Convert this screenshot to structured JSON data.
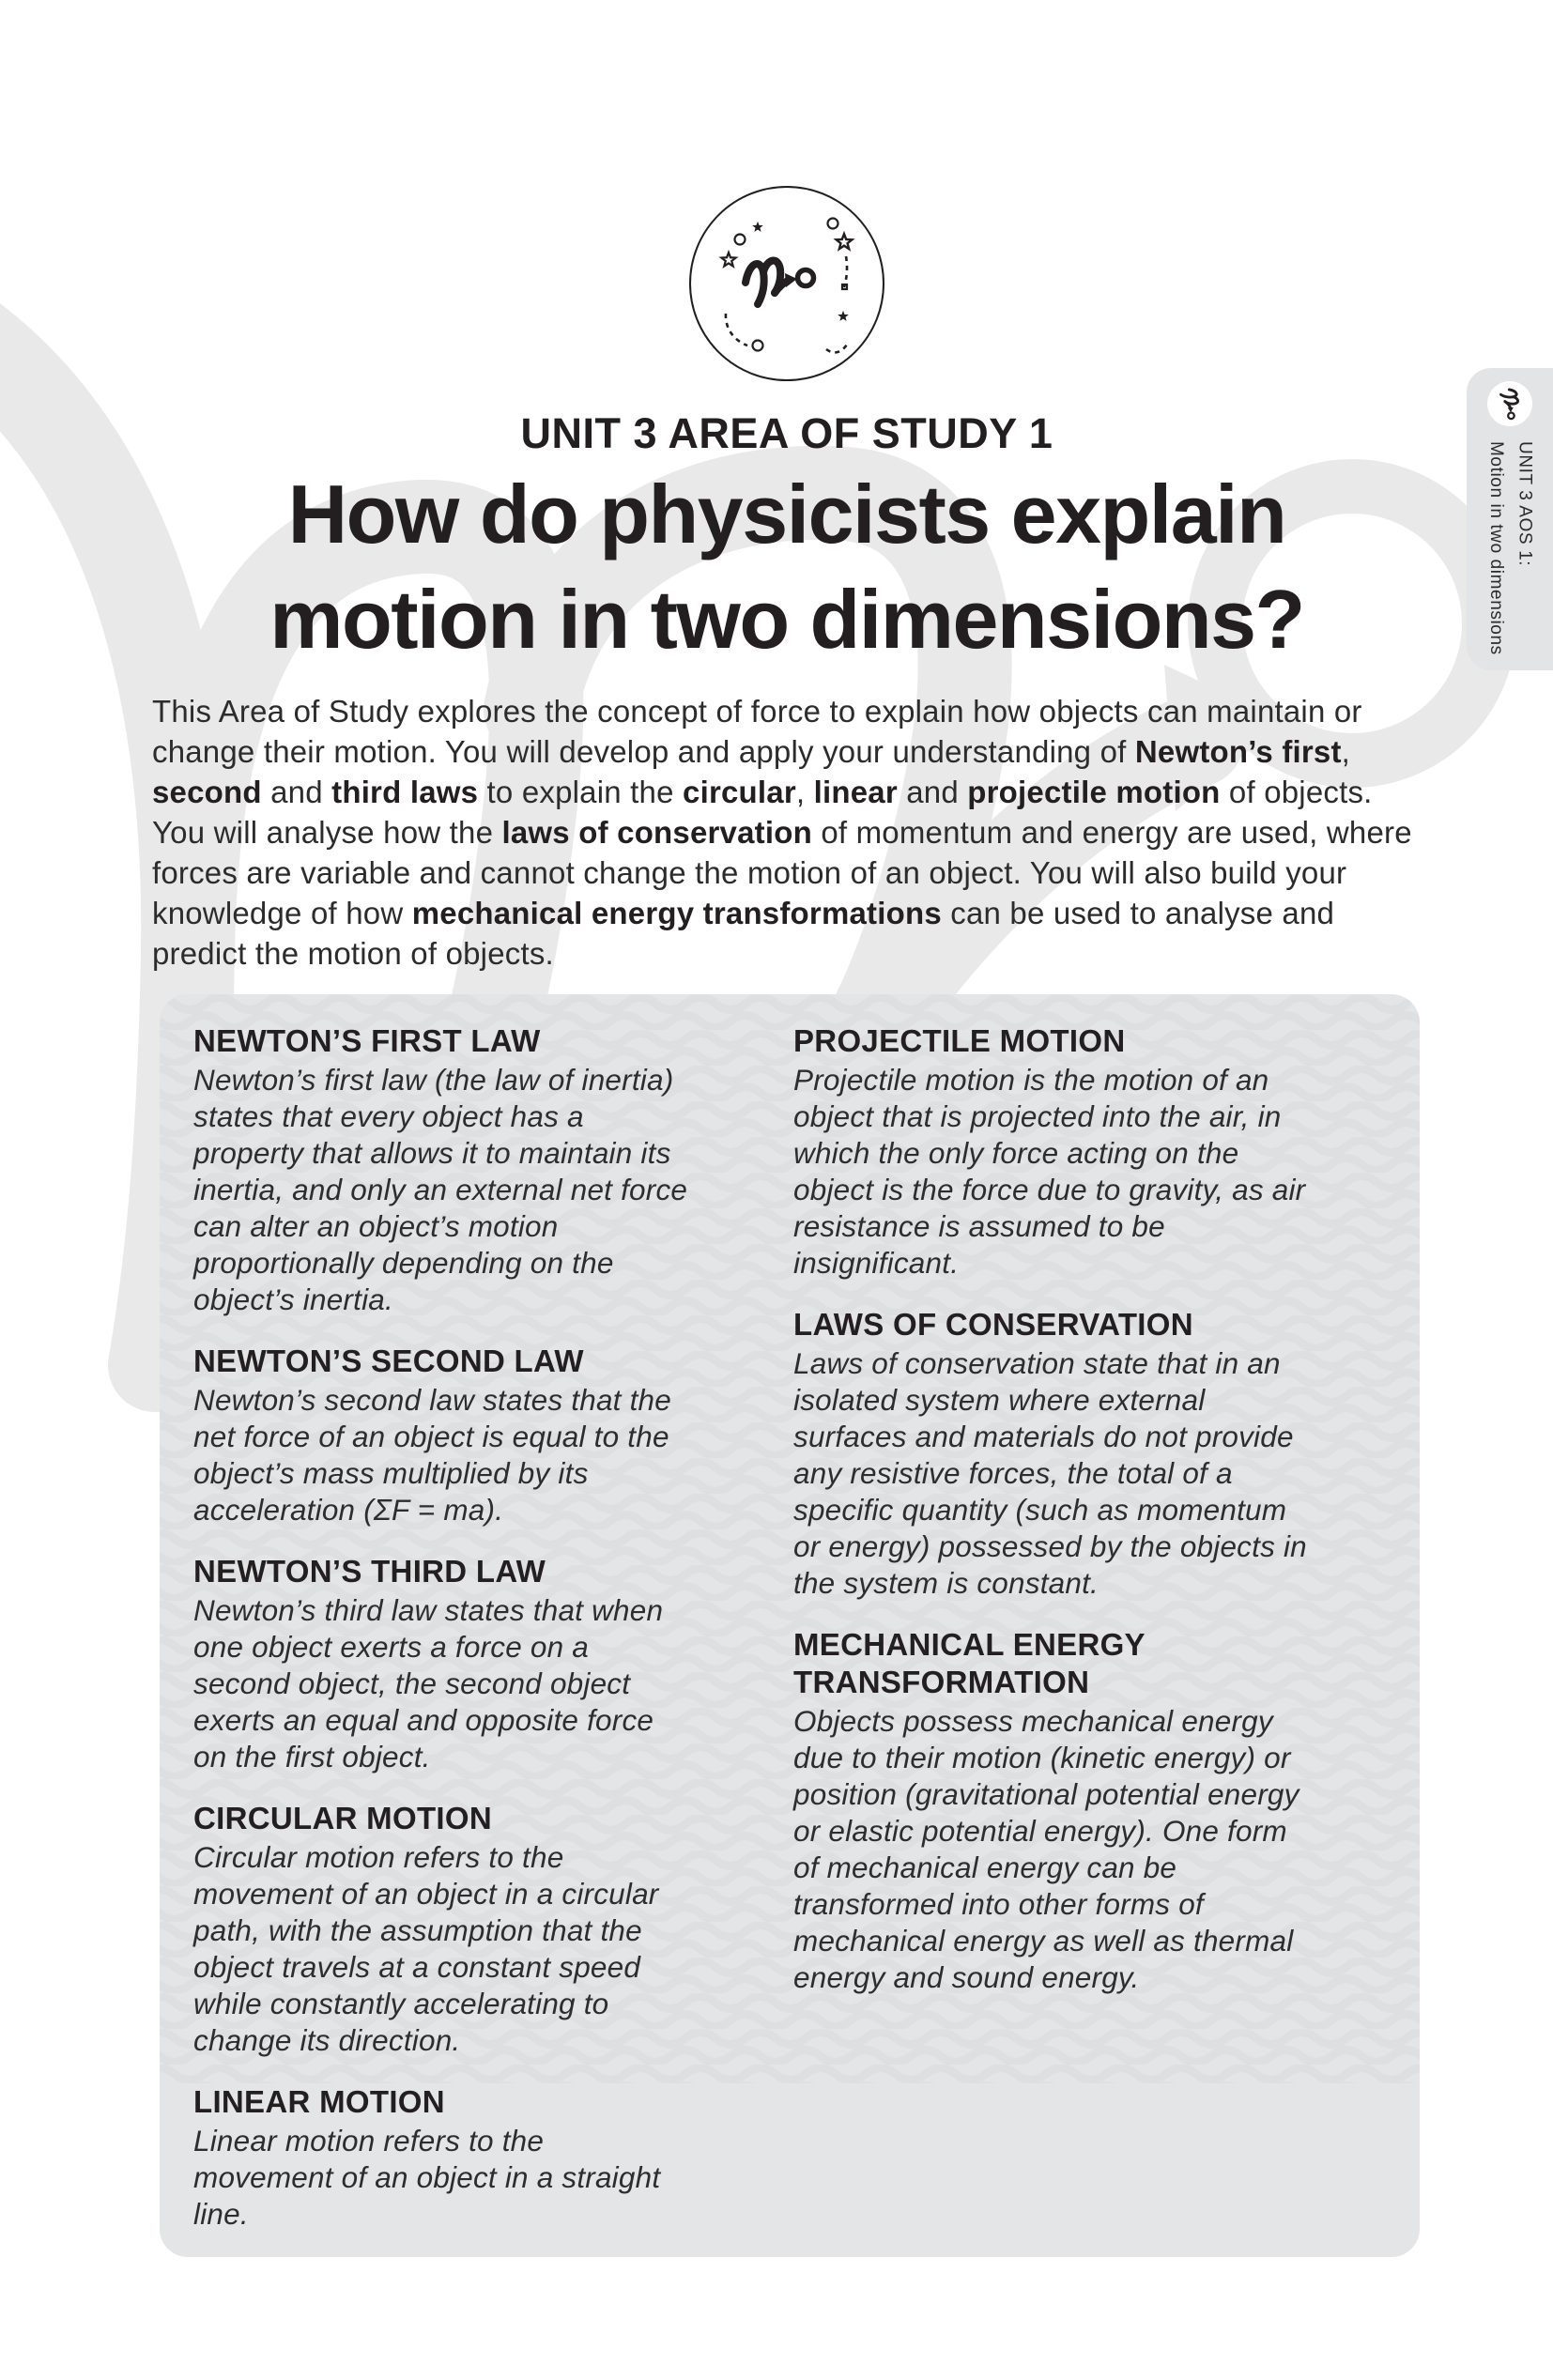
{
  "colors": {
    "ink": "#231f20",
    "intro_text": "#2c2c2d",
    "box_background": "#e4e5e6",
    "wave_pattern": "#d8dadc",
    "watermark": "#e9e9ea",
    "tab_background": "#e3e4e6"
  },
  "header": {
    "kicker": "UNIT 3 AREA OF STUDY 1",
    "title_line1": "How do physicists explain",
    "title_line2": "motion in two dimensions?"
  },
  "side_tab": {
    "line1": "UNIT 3 AOS 1:",
    "line2": "Motion in two dimensions"
  },
  "intro": {
    "segments": [
      {
        "text": "This Area of Study explores the concept of force to explain how objects can maintain or change their motion. You will develop and apply your understanding of ",
        "bold": false
      },
      {
        "text": "Newton’s first",
        "bold": true
      },
      {
        "text": ", ",
        "bold": false
      },
      {
        "text": "second",
        "bold": true
      },
      {
        "text": " and ",
        "bold": false
      },
      {
        "text": "third laws",
        "bold": true
      },
      {
        "text": " to explain the ",
        "bold": false
      },
      {
        "text": "circular",
        "bold": true
      },
      {
        "text": ", ",
        "bold": false
      },
      {
        "text": "linear",
        "bold": true
      },
      {
        "text": " and ",
        "bold": false
      },
      {
        "text": "projectile motion",
        "bold": true
      },
      {
        "text": " of objects. You will analyse how the ",
        "bold": false
      },
      {
        "text": "laws of conservation",
        "bold": true
      },
      {
        "text": " of momentum and energy are used, where forces are variable and cannot change the motion of an object. You will also build your knowledge of how ",
        "bold": false
      },
      {
        "text": "mechanical energy transformations",
        "bold": true
      },
      {
        "text": " can be used to analyse and predict the motion of objects.",
        "bold": false
      }
    ]
  },
  "definitions": {
    "left": [
      {
        "term": "NEWTON’S FIRST LAW",
        "body": "Newton’s first law (the law of inertia) states that every object has a property that allows it to maintain its inertia, and only an external net force can alter an object’s motion proportionally depending on the object’s inertia."
      },
      {
        "term": "NEWTON’S SECOND LAW",
        "body": "Newton’s second law states that the net force of an object is equal to the object’s mass multiplied by its acceleration (ΣF = ma)."
      },
      {
        "term": "NEWTON’S THIRD LAW",
        "body": "Newton’s third law states that when one object exerts a force on a second object, the second object exerts an equal and opposite force on the first object."
      },
      {
        "term": "CIRCULAR MOTION",
        "body": "Circular motion refers to the movement of an object in a circular path, with the assumption that the object travels at a constant speed while constantly accelerating to change its direction."
      },
      {
        "term": "LINEAR MOTION",
        "body": "Linear motion refers to the movement of an object in a straight line."
      }
    ],
    "right": [
      {
        "term": "PROJECTILE MOTION",
        "body": "Projectile motion is the motion of an object that is projected into the air, in which the only force acting on the object is the force due to gravity, as air resistance is assumed to be insignificant."
      },
      {
        "term": "LAWS OF CONSERVATION",
        "body": "Laws of conservation state that in an isolated system where external surfaces and materials do not provide any resistive forces, the total of a specific quantity (such as momentum or energy) possessed by the objects in the system is constant."
      },
      {
        "term": "MECHANICAL ENERGY TRANSFORMATION",
        "body": "Objects possess mechanical energy due to their motion (kinetic energy) or position (gravitational potential energy or elastic potential energy). One form of mechanical energy can be transformed into other forms of mechanical energy as well as thermal energy and sound energy."
      }
    ]
  }
}
